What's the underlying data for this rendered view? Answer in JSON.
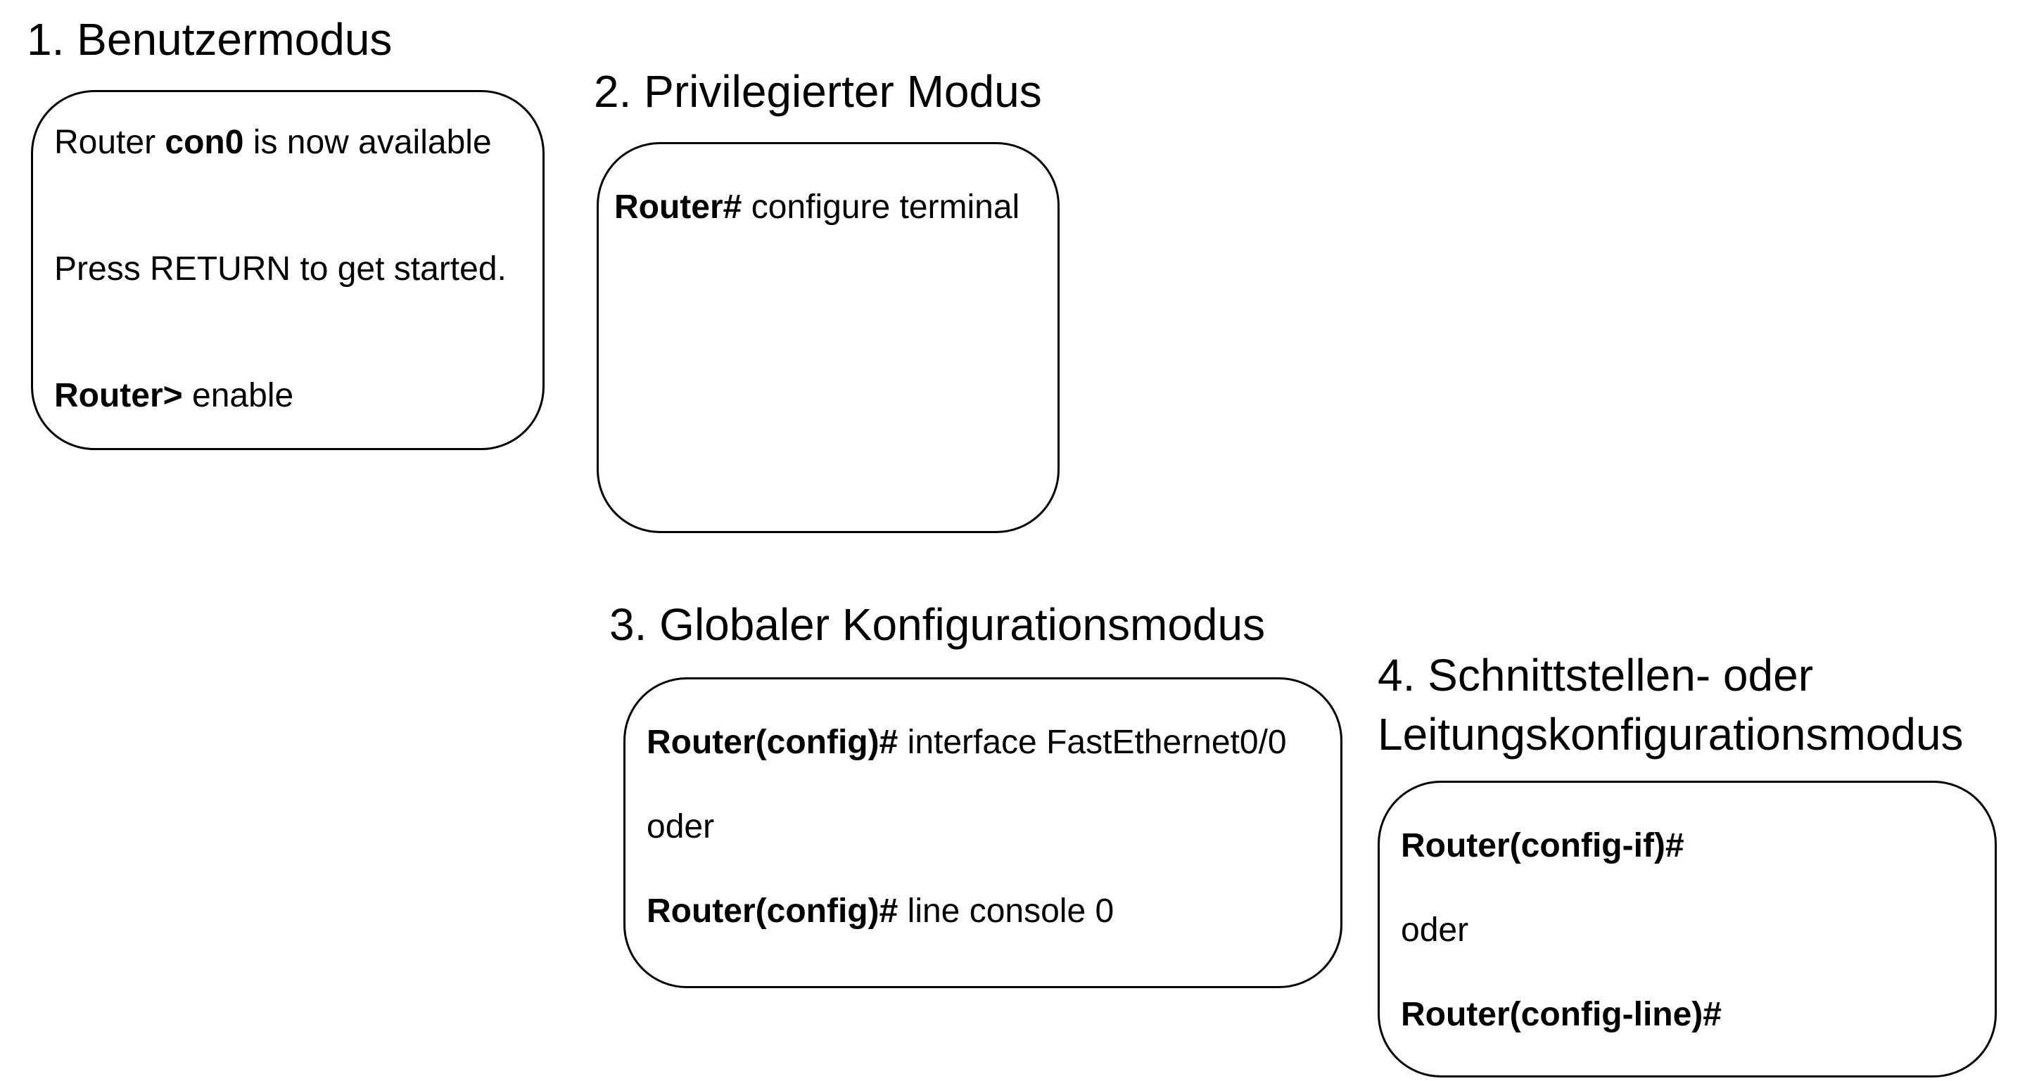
{
  "modes": [
    {
      "heading_lines": [
        "1. Benutzermodus"
      ],
      "lines": [
        [
          {
            "text": "Router ",
            "bold": false
          },
          {
            "text": "con0",
            "bold": true
          },
          {
            "text": " is now available",
            "bold": false
          }
        ],
        [
          {
            "text": "Press RETURN to get started.",
            "bold": false
          }
        ],
        [
          {
            "text": "Router>",
            "bold": true
          },
          {
            "text": " enable",
            "bold": false
          }
        ]
      ]
    },
    {
      "heading_lines": [
        "2. Privilegierter Modus"
      ],
      "lines": [
        [
          {
            "text": "Router#",
            "bold": true
          },
          {
            "text": " configure terminal",
            "bold": false
          }
        ]
      ]
    },
    {
      "heading_lines": [
        "3. Globaler Konfigurationsmodus"
      ],
      "lines": [
        [
          {
            "text": "Router(config)#",
            "bold": true
          },
          {
            "text": " interface FastEthernet0/0",
            "bold": false
          }
        ],
        [
          {
            "text": "oder",
            "bold": false
          }
        ],
        [
          {
            "text": "Router(config)#",
            "bold": true
          },
          {
            "text": " line console 0",
            "bold": false
          }
        ]
      ]
    },
    {
      "heading_lines": [
        "4. Schnittstellen- oder",
        "Leitungskonfigurationsmodus"
      ],
      "lines": [
        [
          {
            "text": "Router(config-if)#",
            "bold": true
          }
        ],
        [
          {
            "text": "oder",
            "bold": false
          }
        ],
        [
          {
            "text": "Router(config-line)#",
            "bold": true
          }
        ]
      ]
    }
  ]
}
